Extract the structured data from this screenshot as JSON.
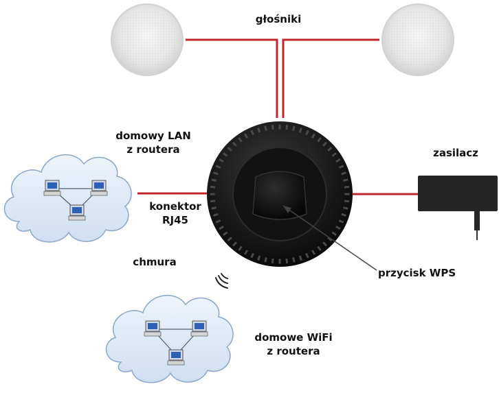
{
  "labels": {
    "speakers": "głośniki",
    "home_lan_line1": "domowy LAN",
    "home_lan_line2": "z routera",
    "power_supply": "zasilacz",
    "connector_line1": "konektor",
    "connector_line2": "RJ45",
    "cloud": "chmura",
    "wps_button": "przycisk WPS",
    "home_wifi_line1": "domowe WiFi",
    "home_wifi_line2": "z routera"
  },
  "colors": {
    "cable": "#c0262c",
    "device_body": "#1a1a1a",
    "cloud_fill": "#dde9f7",
    "cloud_stroke": "#8aa6c8",
    "speaker": "#eeeeee"
  },
  "icons": [
    "speaker-icon",
    "cloud-network-icon",
    "computer-icon",
    "wifi-signal-icon",
    "power-adapter-icon",
    "streamer-device-icon"
  ]
}
